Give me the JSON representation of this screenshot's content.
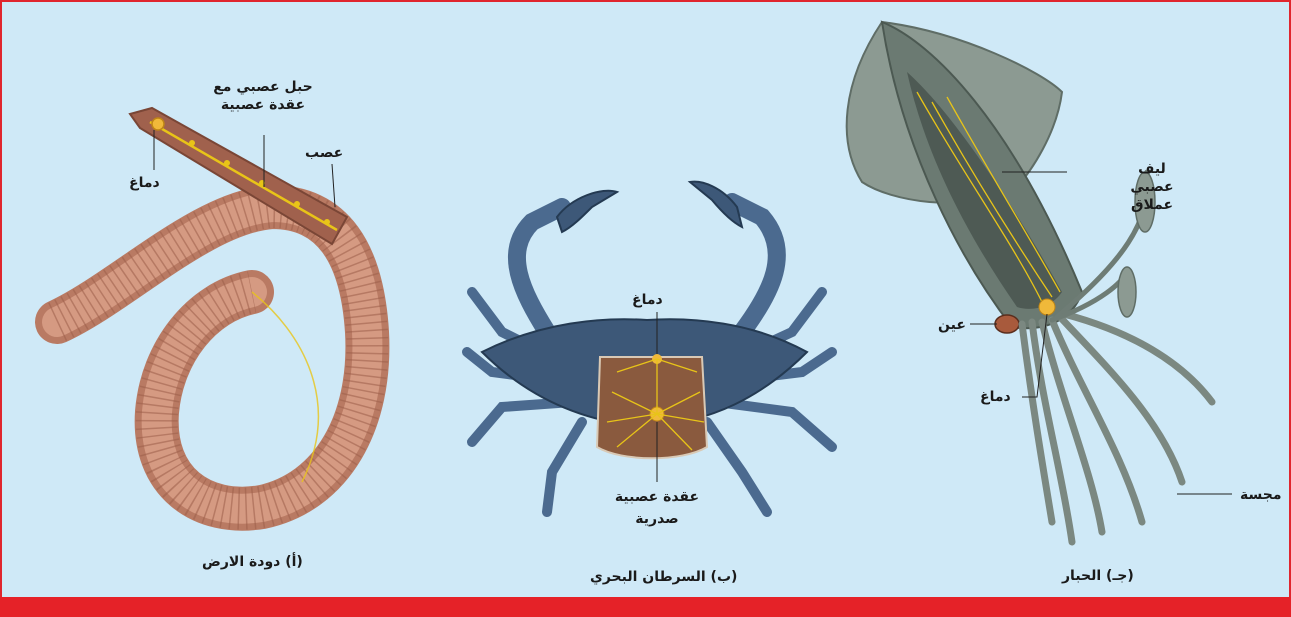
{
  "colors": {
    "background": "#cfe9f7",
    "frame_border": "#e0262e",
    "bottom_bar": "#e52228",
    "nerve": "#e8c418",
    "worm_body": "#c7866e",
    "crab_shell": "#3d5878",
    "squid_mantle": "#8c9a92"
  },
  "earthworm": {
    "caption": "(أ) دودة الارض",
    "nerve_cord_label_line1": "حبل عصبي مع",
    "nerve_cord_label_line2": "عقدة عصبية",
    "nerve_label": "عصب",
    "brain_label": "دماغ"
  },
  "crab": {
    "caption": "(ب) السرطان البحري",
    "brain_label": "دماغ",
    "ganglion_label_line1": "عقدة عصبية",
    "ganglion_label_line2": "صدرية"
  },
  "squid": {
    "caption": "(جـ) الحبار",
    "giant_fiber_line1": "ليف",
    "giant_fiber_line2": "عصبي",
    "giant_fiber_line3": "عملاق",
    "eye_label": "عين",
    "brain_label": "دماغ",
    "tentacle_label": "مجسة"
  }
}
